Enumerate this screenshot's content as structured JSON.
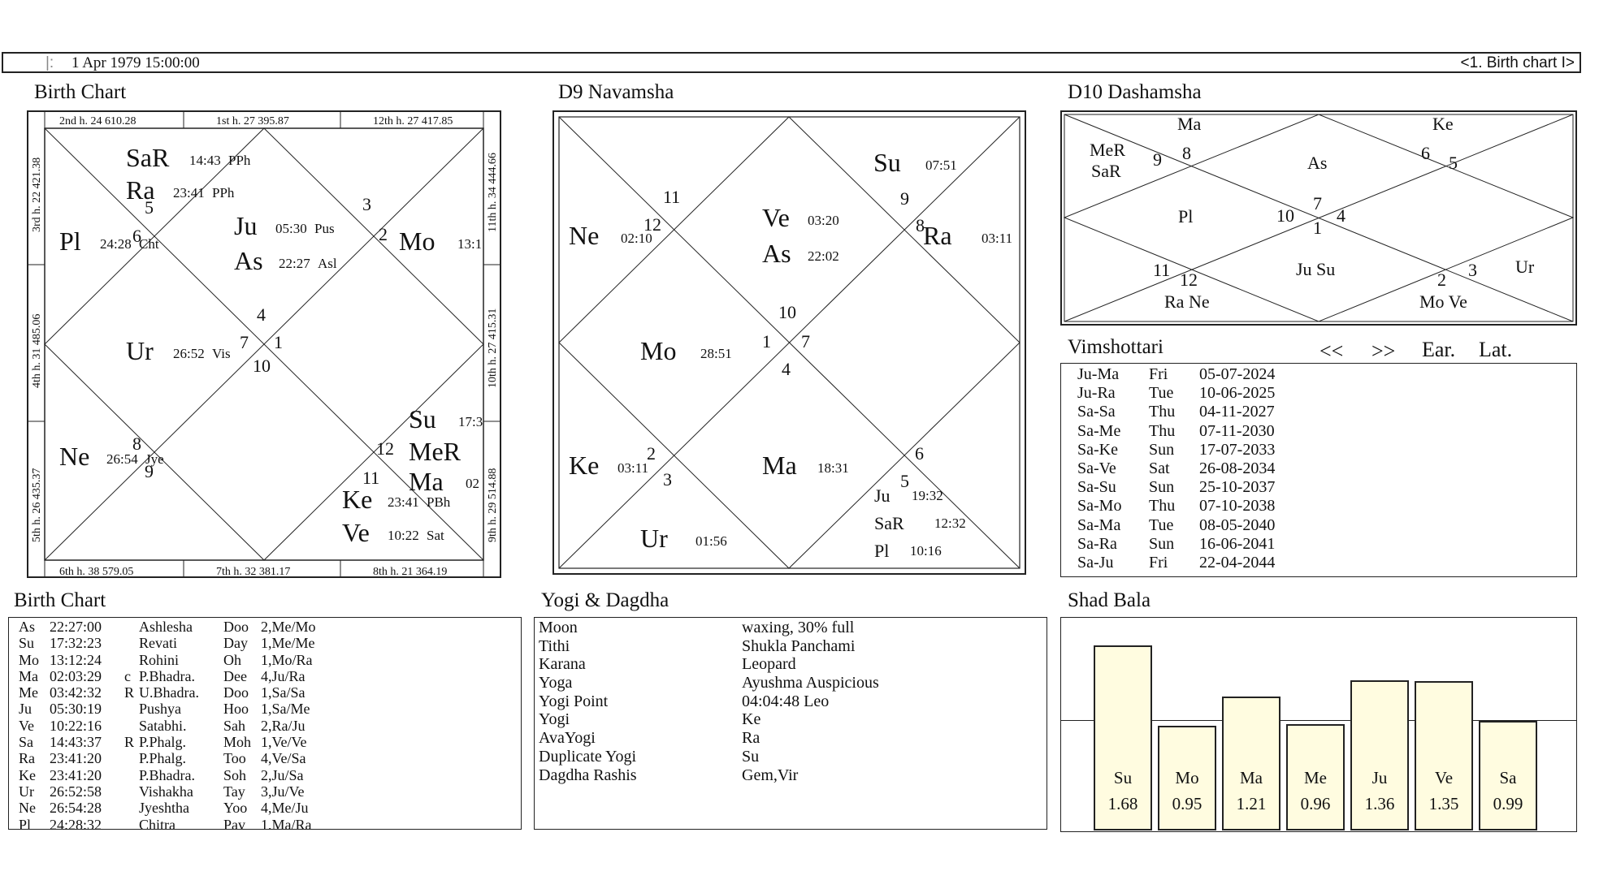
{
  "topbar": {
    "marker": "|:",
    "datetime": "1 Apr 1979  15:00:00",
    "chart_selector": "<1. Birth chart I>"
  },
  "birth_chart": {
    "title": "Birth Chart",
    "house_labels": {
      "h2": "2nd h.  24  610.28",
      "h1": "1st h.  27  395.87",
      "h12": "12th h.  27  417.85",
      "h3": "3rd h.  22  421.38",
      "h11": "11th h.  34  444.66",
      "h4": "4th h.  31  485.06",
      "h10": "10th h.  27  415.31",
      "h5": "5th h.  26  435.37",
      "h9": "9th h.  29  514.88",
      "h6": "6th h.  38  579.05",
      "h7": "7th h.  32  381.17",
      "h8": "8th h.  21  364.19"
    },
    "signs": [
      "4",
      "1",
      "7",
      "10",
      "2",
      "3",
      "5",
      "6",
      "8",
      "9",
      "11",
      "12"
    ],
    "planets": [
      {
        "name": "SaR",
        "deg": "14:43",
        "nak": "PPh"
      },
      {
        "name": "Ra",
        "deg": "23:41",
        "nak": "PPh"
      },
      {
        "name": "Ju",
        "deg": "05:30",
        "nak": "Pus"
      },
      {
        "name": "As",
        "deg": "22:27",
        "nak": "Asl"
      },
      {
        "name": "Pl",
        "deg": "24:28",
        "nak": "Cht"
      },
      {
        "name": "Mo",
        "deg": "13:1"
      },
      {
        "name": "Ur",
        "deg": "26:52",
        "nak": "Vis"
      },
      {
        "name": "Ne",
        "deg": "26:54",
        "nak": "Jye"
      },
      {
        "name": "Su",
        "deg": "17:3"
      },
      {
        "name": "MeR",
        "deg": ""
      },
      {
        "name": "Ma",
        "deg": "02"
      },
      {
        "name": "Ke",
        "deg": "23:41",
        "nak": "PBh"
      },
      {
        "name": "Ve",
        "deg": "10:22",
        "nak": "Sat"
      }
    ]
  },
  "d9": {
    "title": "D9 Navamsha",
    "planets": [
      {
        "name": "Su",
        "deg": "07:51"
      },
      {
        "name": "Ne",
        "deg": "02:10"
      },
      {
        "name": "Ve",
        "deg": "03:20"
      },
      {
        "name": "As",
        "deg": "22:02"
      },
      {
        "name": "Ra",
        "deg": "03:11"
      },
      {
        "name": "Mo",
        "deg": "28:51"
      },
      {
        "name": "Ke",
        "deg": "03:11"
      },
      {
        "name": "Ma",
        "deg": "18:31"
      },
      {
        "name": "Ur",
        "deg": "01:56"
      },
      {
        "name": "Ju",
        "deg": "19:32"
      },
      {
        "name": "SaR",
        "deg": "12:32"
      },
      {
        "name": "Pl",
        "deg": "10:16"
      }
    ],
    "signs": [
      "11",
      "12",
      "9",
      "8",
      "10",
      "1",
      "7",
      "4",
      "2",
      "3",
      "6",
      "5"
    ]
  },
  "d10": {
    "title": "D10 Dashamsha",
    "cells": [
      "Ma",
      "Ke",
      "MeR",
      "SaR",
      "As",
      "Pl",
      "Ju Su",
      "Ur",
      "Ra Ne",
      "Mo Ve"
    ],
    "signs": [
      "9",
      "8",
      "6",
      "5",
      "7",
      "10",
      "4",
      "1",
      "11",
      "12",
      "2",
      "3"
    ]
  },
  "vimshottari": {
    "title": "Vimshottari",
    "nav_prev": "<<",
    "nav_next": ">>",
    "ear": "Ear.",
    "lat": "Lat.",
    "rows": [
      [
        "Ju-Ma",
        "Fri",
        "05-07-2024"
      ],
      [
        "Ju-Ra",
        "Tue",
        "10-06-2025"
      ],
      [
        "Sa-Sa",
        "Thu",
        "04-11-2027"
      ],
      [
        "Sa-Me",
        "Thu",
        "07-11-2030"
      ],
      [
        "Sa-Ke",
        "Sun",
        "17-07-2033"
      ],
      [
        "Sa-Ve",
        "Sat",
        "26-08-2034"
      ],
      [
        "Sa-Su",
        "Sun",
        "25-10-2037"
      ],
      [
        "Sa-Mo",
        "Thu",
        "07-10-2038"
      ],
      [
        "Sa-Ma",
        "Tue",
        "08-05-2040"
      ],
      [
        "Sa-Ra",
        "Sun",
        "16-06-2041"
      ],
      [
        "Sa-Ju",
        "Fri",
        "22-04-2044"
      ]
    ]
  },
  "birth_table": {
    "title": "Birth Chart",
    "rows": [
      [
        "As",
        "22:27:00",
        "",
        "Ashlesha",
        "Doo",
        "2,Me/Mo"
      ],
      [
        "Su",
        "17:32:23",
        "",
        "Revati",
        "Day",
        "1,Me/Me"
      ],
      [
        "Mo",
        "13:12:24",
        "",
        "Rohini",
        "Oh",
        "1,Mo/Ra"
      ],
      [
        "Ma",
        "02:03:29",
        "c",
        "P.Bhadra.",
        "Dee",
        "4,Ju/Ra"
      ],
      [
        "Me",
        "03:42:32",
        "R",
        "U.Bhadra.",
        "Doo",
        "1,Sa/Sa"
      ],
      [
        "Ju",
        "05:30:19",
        "",
        "Pushya",
        "Hoo",
        "1,Sa/Me"
      ],
      [
        "Ve",
        "10:22:16",
        "",
        "Satabhi.",
        "Sah",
        "2,Ra/Ju"
      ],
      [
        "Sa",
        "14:43:37",
        "R",
        "P.Phalg.",
        "Moh",
        "1,Ve/Ve"
      ],
      [
        "Ra",
        "23:41:20",
        "",
        "P.Phalg.",
        "Too",
        "4,Ve/Sa"
      ],
      [
        "Ke",
        "23:41:20",
        "",
        "P.Bhadra.",
        "Soh",
        "2,Ju/Sa"
      ],
      [
        "Ur",
        "26:52:58",
        "",
        "Vishakha",
        "Tay",
        "3,Ju/Ve"
      ],
      [
        "Ne",
        "26:54:28",
        "",
        "Jyeshtha",
        "Yoo",
        "4,Me/Ju"
      ],
      [
        "Pl",
        "24:28:32",
        "",
        "Chitra",
        "Pav",
        "1,Ma/Ra"
      ]
    ]
  },
  "yogi": {
    "title": "Yogi & Dagdha",
    "rows": [
      [
        "Moon",
        "waxing, 30% full"
      ],
      [
        "Tithi",
        "Shukla  Panchami"
      ],
      [
        "Karana",
        "Leopard"
      ],
      [
        "Yoga",
        "Ayushma Auspicious"
      ],
      [
        "Yogi Point",
        "04:04:48 Leo"
      ],
      [
        "Yogi",
        "Ke"
      ],
      [
        "AvaYogi",
        "Ra"
      ],
      [
        "Duplicate Yogi",
        "Su"
      ],
      [
        "Dagdha Rashis",
        "Gem,Vir"
      ]
    ]
  },
  "shad_bala": {
    "title": "Shad Bala",
    "reference": 1.0,
    "bars": [
      {
        "planet": "Su",
        "value": "1.68"
      },
      {
        "planet": "Mo",
        "value": "0.95"
      },
      {
        "planet": "Ma",
        "value": "1.21"
      },
      {
        "planet": "Me",
        "value": "0.96"
      },
      {
        "planet": "Ju",
        "value": "1.36"
      },
      {
        "planet": "Ve",
        "value": "1.35"
      },
      {
        "planet": "Sa",
        "value": "0.99"
      }
    ]
  }
}
